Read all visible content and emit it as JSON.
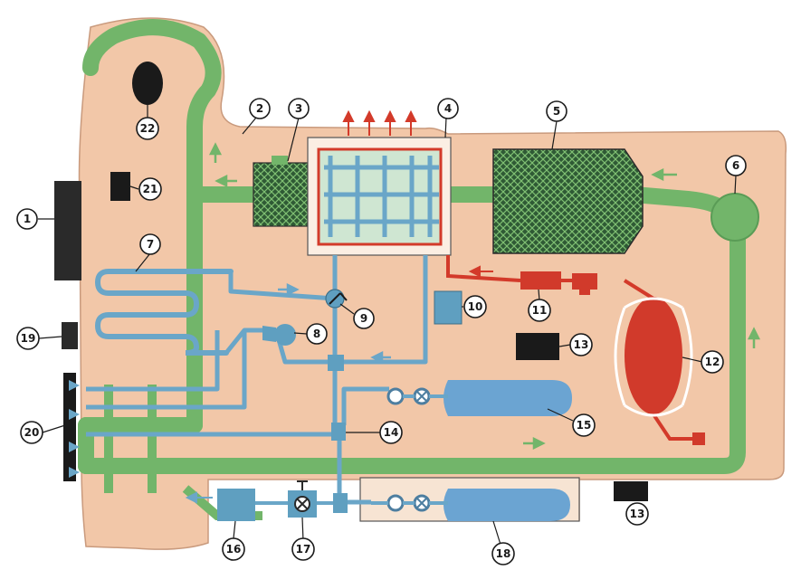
{
  "diagram": {
    "colors": {
      "body": "#f2c7a8",
      "air_duct": "#72b56a",
      "air_duct_dark": "#5a9c56",
      "hot_line": "#d33a2a",
      "coolant_line": "#6aa6c8",
      "component_blue": "#5f9fc0",
      "tank_red": "#d13a2b",
      "tank_blue": "#6ba4d2",
      "black": "#1a1a1a",
      "filter_dark": "#2f5a35"
    },
    "callouts": [
      "1",
      "2",
      "3",
      "4",
      "5",
      "6",
      "7",
      "8",
      "9",
      "10",
      "11",
      "12",
      "13",
      "13",
      "14",
      "15",
      "16",
      "17",
      "18",
      "19",
      "20",
      "21",
      "22"
    ]
  }
}
